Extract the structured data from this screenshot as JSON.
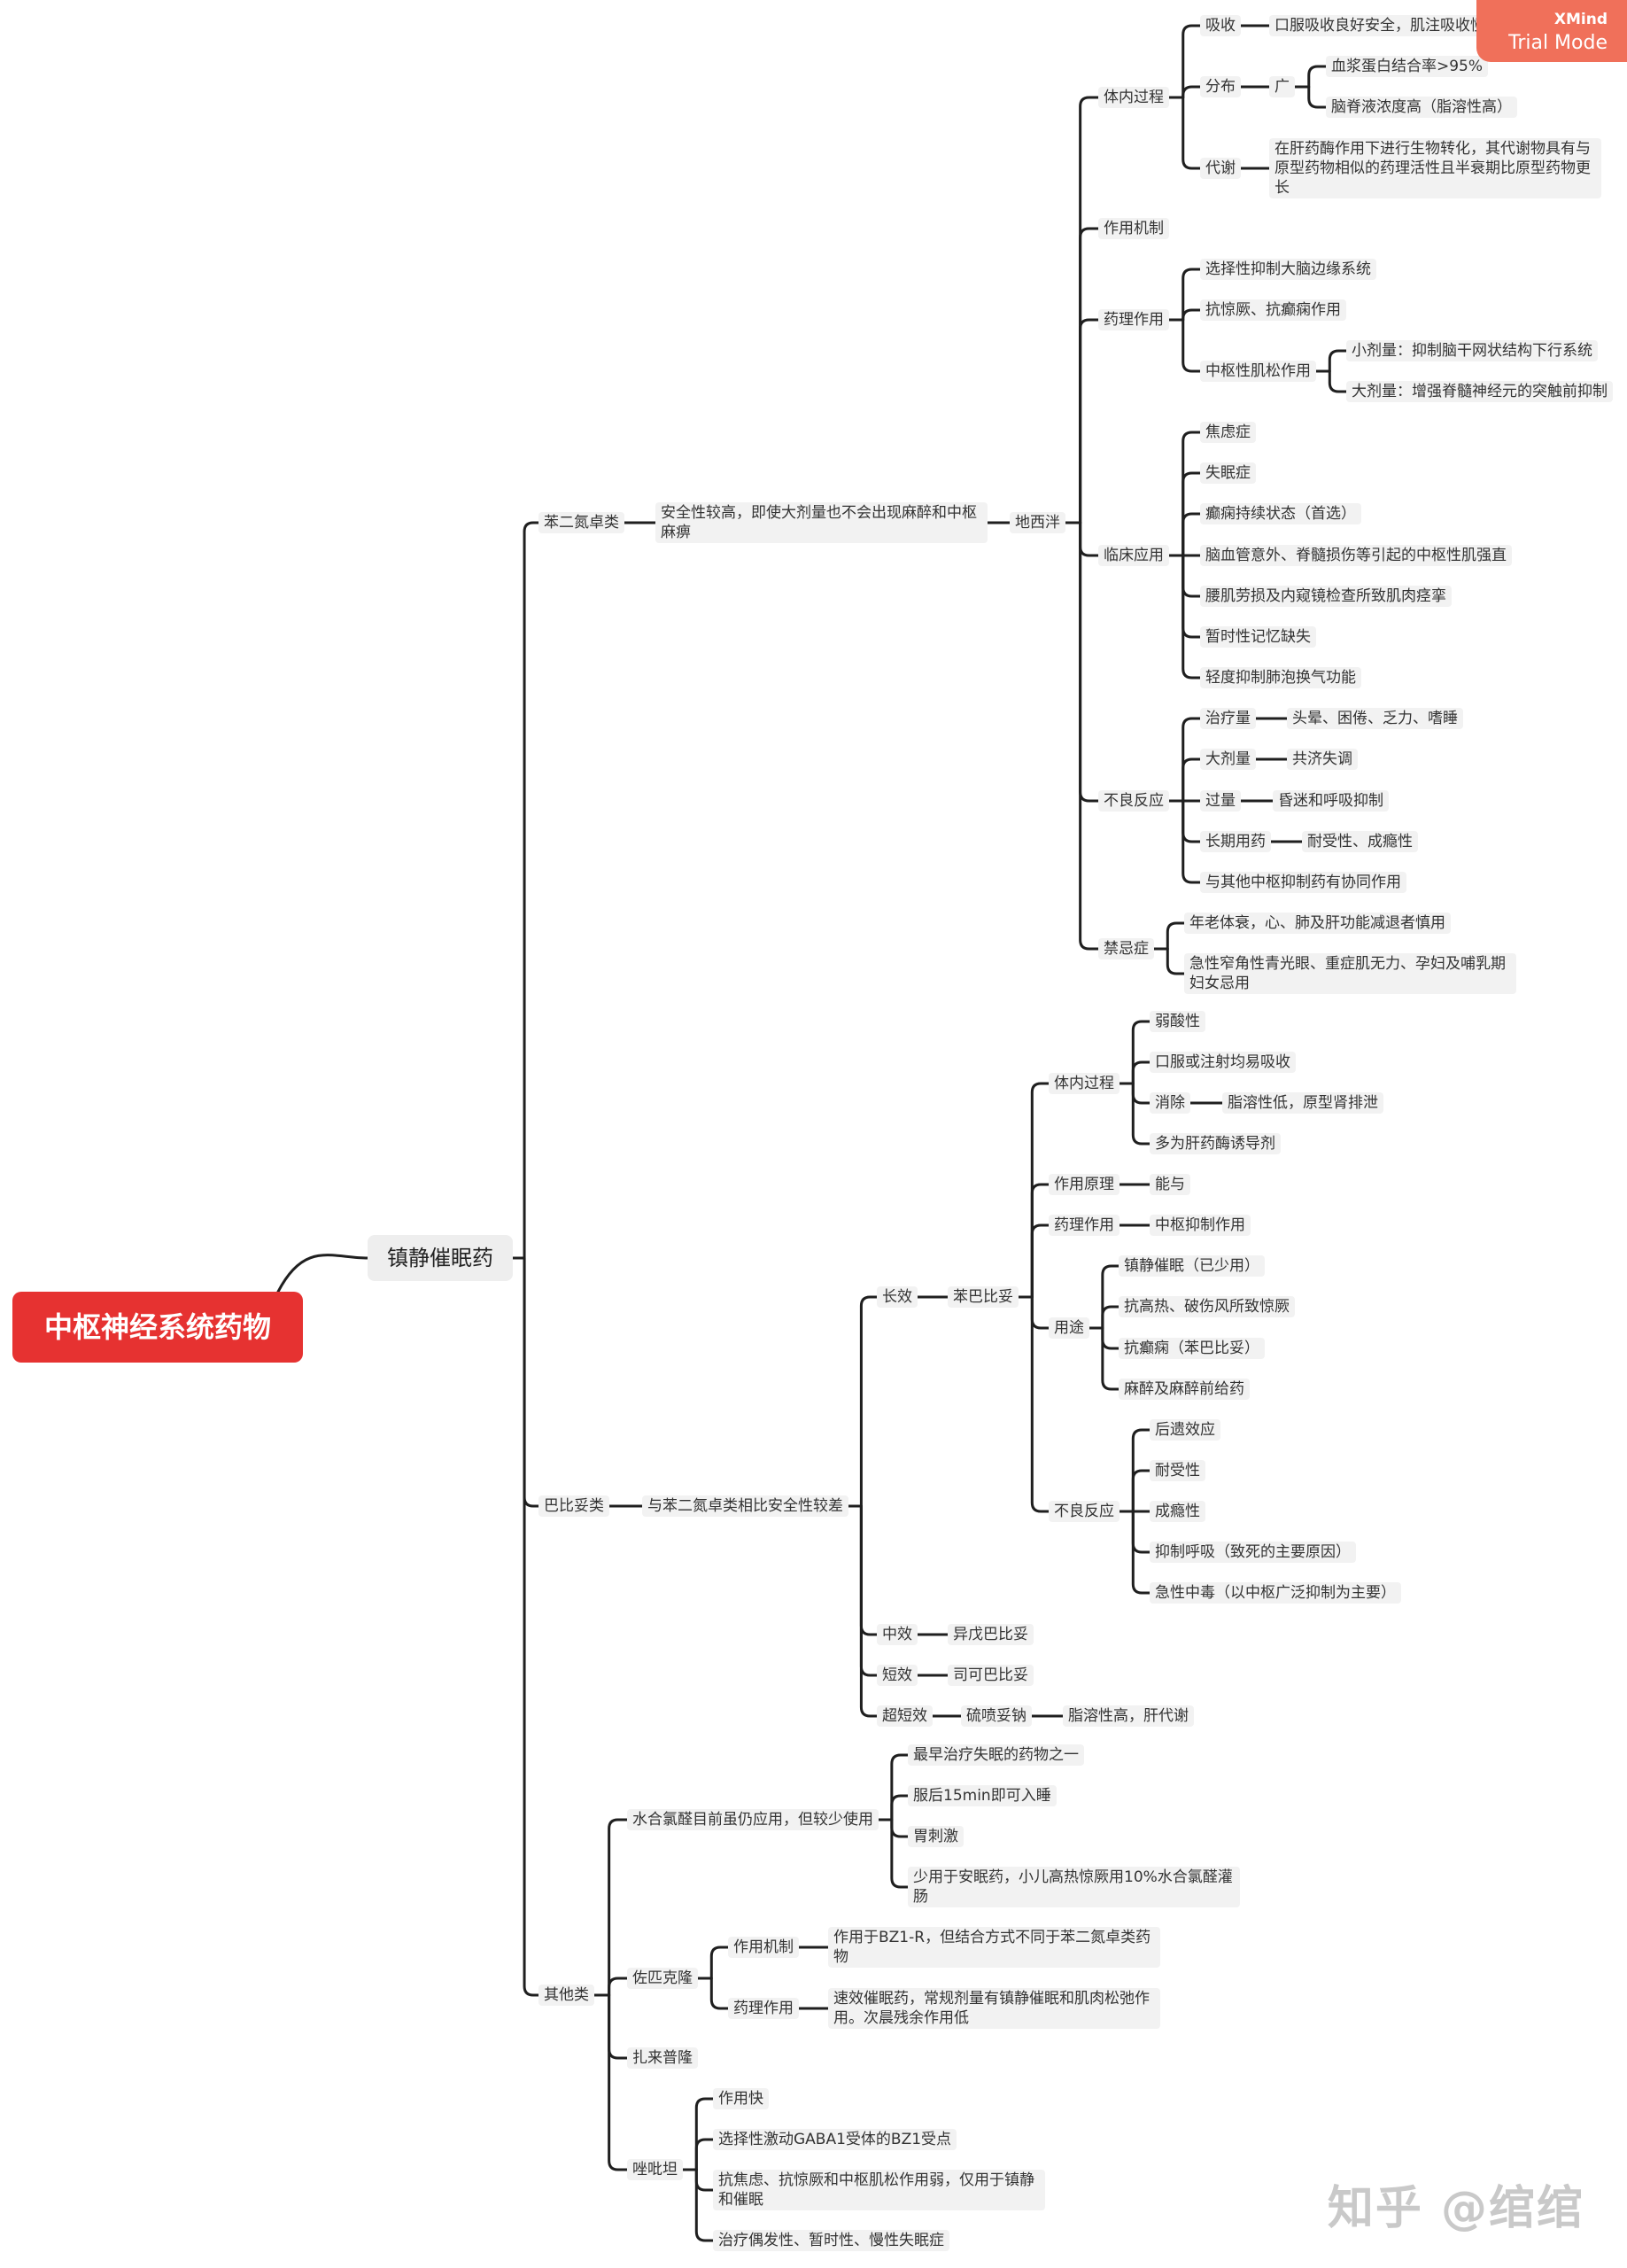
{
  "watermark": {
    "brand": "XMind",
    "mode": "Trial Mode"
  },
  "corner_mark": "知乎 @绾绾",
  "tree": {
    "label": "中枢神经系统药物",
    "children": [
      {
        "label": "镇静催眠药",
        "children": [
          {
            "label": "苯二氮卓类",
            "children": [
              {
                "label": "安全性较高，即使大剂量也不会出现麻醉和中枢麻痹",
                "children": [
                  {
                    "label": "地西泮",
                    "children": [
                      {
                        "label": "体内过程",
                        "children": [
                          {
                            "label": "吸收",
                            "children": [
                              {
                                "label": "口服吸收良好安全，肌注吸收慢而不规则"
                              }
                            ]
                          },
                          {
                            "label": "分布",
                            "children": [
                              {
                                "label": "广",
                                "children": [
                                  {
                                    "label": "血浆蛋白结合率>95%"
                                  },
                                  {
                                    "label": "脑脊液浓度高（脂溶性高）"
                                  }
                                ]
                              }
                            ]
                          },
                          {
                            "label": "代谢",
                            "children": [
                              {
                                "label": "在肝药酶作用下进行生物转化，其代谢物具有与原型药物相似的药理活性且半衰期比原型药物更长"
                              }
                            ]
                          }
                        ]
                      },
                      {
                        "label": "作用机制"
                      },
                      {
                        "label": "药理作用",
                        "children": [
                          {
                            "label": "选择性抑制大脑边缘系统"
                          },
                          {
                            "label": "抗惊厥、抗癫痫作用"
                          },
                          {
                            "label": "中枢性肌松作用",
                            "children": [
                              {
                                "label": "小剂量：抑制脑干网状结构下行系统"
                              },
                              {
                                "label": "大剂量：增强脊髓神经元的突触前抑制"
                              }
                            ]
                          }
                        ]
                      },
                      {
                        "label": "临床应用",
                        "children": [
                          {
                            "label": "焦虑症"
                          },
                          {
                            "label": "失眠症"
                          },
                          {
                            "label": "癫痫持续状态（首选）"
                          },
                          {
                            "label": "脑血管意外、脊髓损伤等引起的中枢性肌强直"
                          },
                          {
                            "label": "腰肌劳损及内窥镜检查所致肌肉痉挛"
                          },
                          {
                            "label": "暂时性记忆缺失"
                          },
                          {
                            "label": "轻度抑制肺泡换气功能"
                          }
                        ]
                      },
                      {
                        "label": "不良反应",
                        "children": [
                          {
                            "label": "治疗量",
                            "children": [
                              {
                                "label": "头晕、困倦、乏力、嗜睡"
                              }
                            ]
                          },
                          {
                            "label": "大剂量",
                            "children": [
                              {
                                "label": "共济失调"
                              }
                            ]
                          },
                          {
                            "label": "过量",
                            "children": [
                              {
                                "label": "昏迷和呼吸抑制"
                              }
                            ]
                          },
                          {
                            "label": "长期用药",
                            "children": [
                              {
                                "label": "耐受性、成瘾性"
                              }
                            ]
                          },
                          {
                            "label": "与其他中枢抑制药有协同作用"
                          }
                        ]
                      },
                      {
                        "label": "禁忌症",
                        "children": [
                          {
                            "label": "年老体衰，心、肺及肝功能减退者慎用"
                          },
                          {
                            "label": "急性窄角性青光眼、重症肌无力、孕妇及哺乳期妇女忌用"
                          }
                        ]
                      }
                    ]
                  }
                ]
              }
            ]
          },
          {
            "label": "巴比妥类",
            "children": [
              {
                "label": "与苯二氮卓类相比安全性较差",
                "children": [
                  {
                    "label": "长效",
                    "children": [
                      {
                        "label": "苯巴比妥",
                        "children": [
                          {
                            "label": "体内过程",
                            "children": [
                              {
                                "label": "弱酸性"
                              },
                              {
                                "label": "口服或注射均易吸收"
                              },
                              {
                                "label": "消除",
                                "children": [
                                  {
                                    "label": "脂溶性低，原型肾排泄"
                                  }
                                ]
                              },
                              {
                                "label": "多为肝药酶诱导剂"
                              }
                            ]
                          },
                          {
                            "label": "作用原理",
                            "children": [
                              {
                                "label": "能与"
                              }
                            ]
                          },
                          {
                            "label": "药理作用",
                            "children": [
                              {
                                "label": "中枢抑制作用"
                              }
                            ]
                          },
                          {
                            "label": "用途",
                            "children": [
                              {
                                "label": "镇静催眠（已少用）"
                              },
                              {
                                "label": "抗高热、破伤风所致惊厥"
                              },
                              {
                                "label": "抗癫痫（苯巴比妥）"
                              },
                              {
                                "label": "麻醉及麻醉前给药"
                              }
                            ]
                          },
                          {
                            "label": "不良反应",
                            "children": [
                              {
                                "label": "后遗效应"
                              },
                              {
                                "label": "耐受性"
                              },
                              {
                                "label": "成瘾性"
                              },
                              {
                                "label": "抑制呼吸（致死的主要原因）"
                              },
                              {
                                "label": "急性中毒（以中枢广泛抑制为主要）"
                              }
                            ]
                          }
                        ]
                      }
                    ]
                  },
                  {
                    "label": "中效",
                    "children": [
                      {
                        "label": "异戊巴比妥"
                      }
                    ]
                  },
                  {
                    "label": "短效",
                    "children": [
                      {
                        "label": "司可巴比妥"
                      }
                    ]
                  },
                  {
                    "label": "超短效",
                    "children": [
                      {
                        "label": "硫喷妥钠",
                        "children": [
                          {
                            "label": "脂溶性高，肝代谢"
                          }
                        ]
                      }
                    ]
                  }
                ]
              }
            ]
          },
          {
            "label": "其他类",
            "children": [
              {
                "label": "水合氯醛目前虽仍应用，但较少使用",
                "children": [
                  {
                    "label": "最早治疗失眠的药物之一"
                  },
                  {
                    "label": "服后15min即可入睡"
                  },
                  {
                    "label": "胃刺激"
                  },
                  {
                    "label": "少用于安眠药，小儿高热惊厥用10%水合氯醛灌肠"
                  }
                ]
              },
              {
                "label": "佐匹克隆",
                "children": [
                  {
                    "label": "作用机制",
                    "children": [
                      {
                        "label": "作用于BZ1-R，但结合方式不同于苯二氮卓类药物"
                      }
                    ]
                  },
                  {
                    "label": "药理作用",
                    "children": [
                      {
                        "label": "速效催眠药，常规剂量有镇静催眠和肌肉松弛作用。次晨残余作用低"
                      }
                    ]
                  }
                ]
              },
              {
                "label": "扎来普隆"
              },
              {
                "label": "唑吡坦",
                "children": [
                  {
                    "label": "作用快"
                  },
                  {
                    "label": "选择性激动GABA1受体的BZ1受点"
                  },
                  {
                    "label": "抗焦虑、抗惊厥和中枢肌松作用弱，仅用于镇静和催眠"
                  },
                  {
                    "label": "治疗偶发性、暂时性、慢性失眠症"
                  }
                ]
              }
            ]
          }
        ]
      }
    ]
  }
}
